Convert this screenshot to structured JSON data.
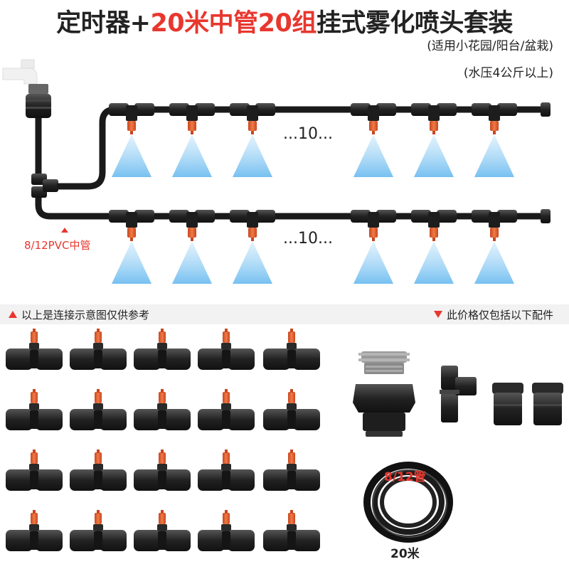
{
  "title": {
    "prefix": "定时器+",
    "highlight": "20米中管20组",
    "suffix": "挂式雾化喷头套装"
  },
  "subtitles": [
    "(适用小花园/阳台/盆栽)",
    "(水压4公斤以上)"
  ],
  "diagram": {
    "dots_row1": "...10...",
    "dots_row2": "...10...",
    "pipe_label": "8/12PVC中管"
  },
  "banner": {
    "left_text": "以上是连接示意图仅供参考",
    "right_text": "此价格仅包括以下配件"
  },
  "tube": {
    "label": "8/12管",
    "length": "20米"
  },
  "colors": {
    "accent": "#e8372e",
    "nozzle": "#e8602c",
    "fitting": "#2b2b2b",
    "spray": "#7cc3ef",
    "banner_bg": "#f2f2f2"
  },
  "icons": [
    "faucet-icon",
    "timer-icon",
    "tee-fitting-icon",
    "mist-nozzle-icon",
    "spray-cone-icon",
    "end-cap-icon",
    "coiled-tube-icon"
  ]
}
